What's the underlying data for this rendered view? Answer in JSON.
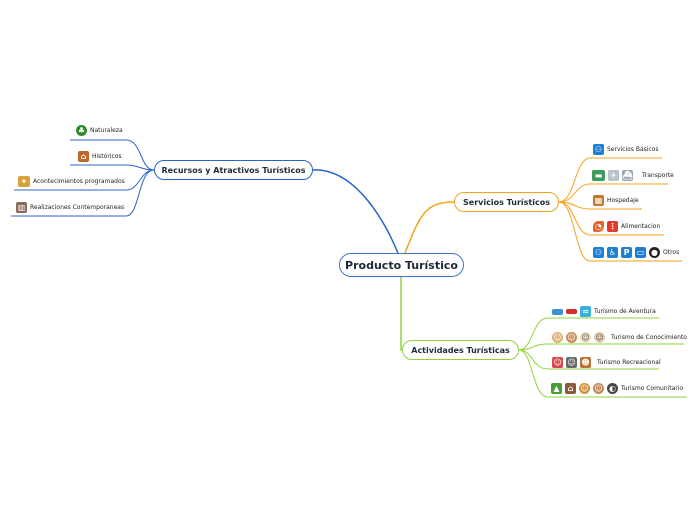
{
  "central": {
    "label": "Producto Turístico"
  },
  "branches": {
    "recursos": {
      "label": "Recursos y Atractivos Turísticos",
      "color": "#2a64c9",
      "items": [
        {
          "label": "Naturaleza",
          "icons": [
            "tree-icon"
          ]
        },
        {
          "label": "Históricos",
          "icons": [
            "historic-building-icon"
          ]
        },
        {
          "label": "Acontecimientos programados",
          "icons": [
            "celebration-icon"
          ]
        },
        {
          "label": "Realizaciones Contemporaneas",
          "icons": [
            "modern-building-icon"
          ]
        }
      ]
    },
    "servicios": {
      "label": "Servicios Turísticos",
      "color": "#f6a21e",
      "items": [
        {
          "label": "Servicios Básicos",
          "icons": [
            "restroom-icon"
          ]
        },
        {
          "label": "Transporte",
          "icons": [
            "bus-icon",
            "airplane-icon",
            "ship-icon"
          ]
        },
        {
          "label": "Hospedaje",
          "icons": [
            "hotel-icon"
          ]
        },
        {
          "label": "Alimentacion",
          "icons": [
            "pizza-icon",
            "fries-icon"
          ]
        },
        {
          "label": "Otros",
          "icons": [
            "restroom-icon",
            "accessibility-icon",
            "parking-icon",
            "monitor-icon",
            "camera-icon"
          ]
        }
      ]
    },
    "actividades": {
      "label": "Actividades Turísticas",
      "color": "#8fd33a",
      "items": [
        {
          "label": "Turismo de Aventura",
          "icons": [
            "boat-icon",
            "canoe-icon",
            "surf-icon"
          ]
        },
        {
          "label": "Turismo de Conocimiento",
          "icons": [
            "graduate-icon",
            "scholar-icon",
            "chef-icon",
            "elder-icon"
          ]
        },
        {
          "label": "Turismo Recreacional",
          "icons": [
            "dancer-icon",
            "golfer-icon",
            "theater-mask-icon"
          ]
        },
        {
          "label": "Turismo Comunitario",
          "icons": [
            "campfire-icon",
            "hut-icon",
            "farmer-icon",
            "villager-icon",
            "speaker-icon"
          ]
        }
      ]
    }
  }
}
